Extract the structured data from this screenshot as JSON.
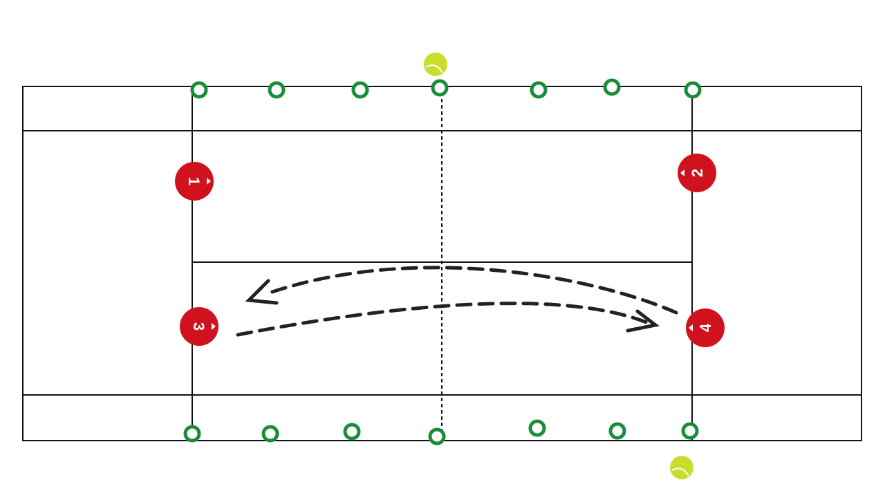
{
  "colors": {
    "player": "#d0121e",
    "cone": "#1a8c3a",
    "ball": "#c9de2a",
    "line": "#111111"
  },
  "players": [
    {
      "label": "1",
      "side": "left"
    },
    {
      "label": "2",
      "side": "right"
    },
    {
      "label": "3",
      "side": "left"
    },
    {
      "label": "4",
      "side": "right"
    }
  ],
  "cones_top_count": 7,
  "cones_bottom_count": 7,
  "balls_count": 2
}
